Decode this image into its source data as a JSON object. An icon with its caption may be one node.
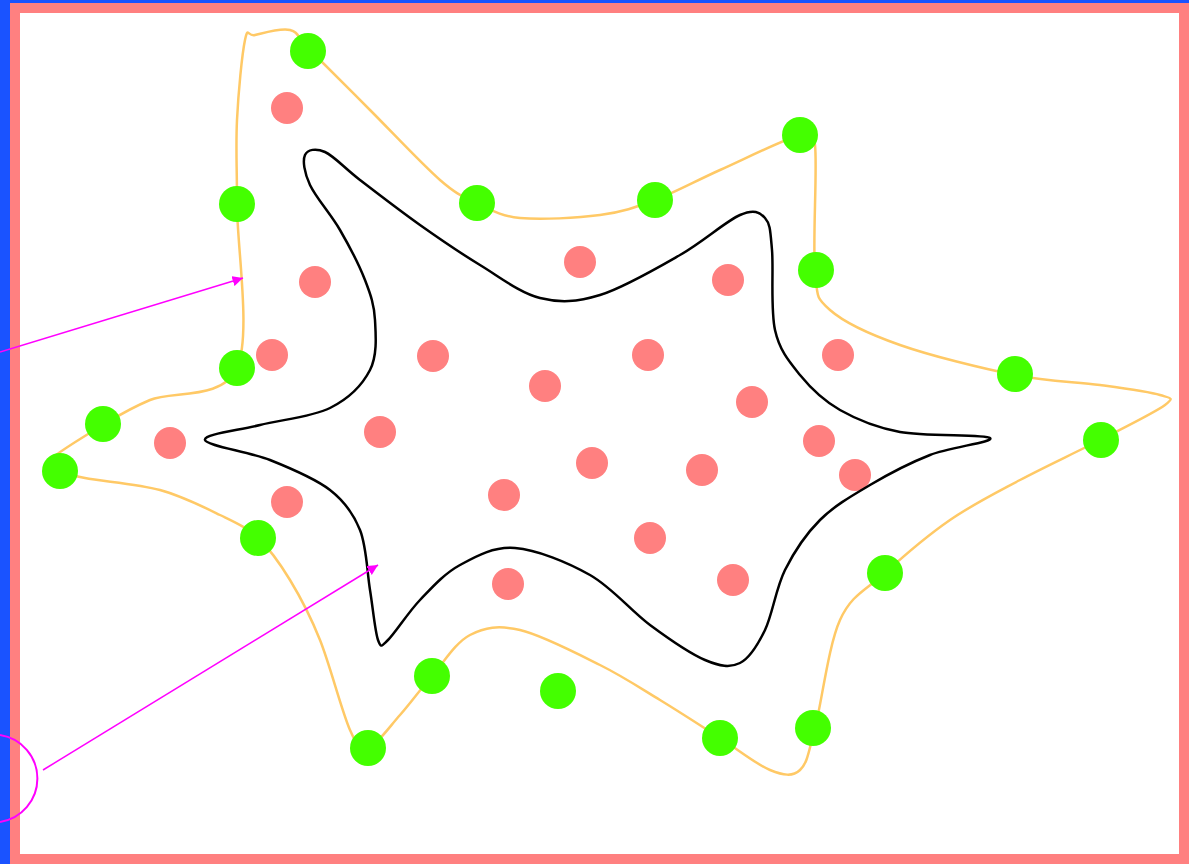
{
  "diagram": {
    "nodes": [
      {
        "text": [],
        "shape": "blob"
      },
      {
        "text": [],
        "shape": "star",
        "in": 0
      },
      {
        "text": [],
        "shape": "ellipse"
      }
    ],
    "edges": [
      {
        "from": null,
        "to": 0,
        "arrow": "to"
      },
      {
        "from": 2,
        "to": 1,
        "arrow": "to"
      }
    ]
  }
}
